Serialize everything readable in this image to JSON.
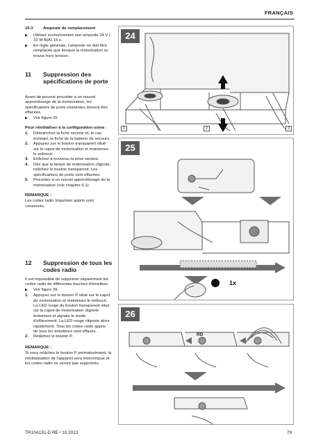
{
  "header": {
    "language": "FRANÇAIS"
  },
  "section_10_3": {
    "number": "10.3",
    "title": "Ampoule de remplacement",
    "bullets": [
      "Utilisez exclusivement une ampoule 24 V / 10 W B(A) 15 s.",
      "En règle générale, l'ampoule ne doit être remplacée que lorsque la motorisation se trouve hors tension."
    ]
  },
  "section_11": {
    "number": "11",
    "title": "Suppression des spécifications de porte",
    "intro": "Avant de pouvoir procéder à un nouvel apprentissage de la motorisation, les spécifications de porte existantes doivent être effacées.",
    "figure_ref": "Voir figure 25",
    "reset_heading": "Pour réinitialiser à la configuration usine :",
    "steps": [
      {
        "n": "1.",
        "text": "Débranchez la fiche secteur et, le cas échéant, la fiche de la batterie de secours."
      },
      {
        "n": "2.",
        "text": "Appuyez sur le bouton transparent situé sur le capot de motorisation et maintenez-le enfoncé."
      },
      {
        "n": "3.",
        "text": "Enfichez à nouveau la prise secteur."
      },
      {
        "n": "4.",
        "text": "Dès que la lampe de motorisation clignote, relâchez le bouton transparent. Les spécifications de porte sont effacées."
      },
      {
        "n": "5.",
        "text": "Procédez à un nouvel apprentissage de la motorisation (voir chapitre 6.1)."
      }
    ],
    "note_heading": "REMARQUE :",
    "note_text": "Les codes radio Impulsion appris sont conservés."
  },
  "section_12": {
    "number": "12",
    "title": "Suppression de tous les codes radio",
    "intro": "Il est impossible de supprimer séparément les codes radio de différentes touches d'émetteur.",
    "figure_ref": "Voir figure 26",
    "steps": [
      {
        "n": "1.",
        "text": "Appuyez sur le bouton P situé sur le capot de motorisation et maintenez-le enfoncé. La LED rouge du bouton transparent situé sur le capot de motorisation clignote lentement et signale le mode d'effacement. La LED rouge clignote alors rapidement. Tous les codes radio appris de tous les émetteurs sont effacés."
      },
      {
        "n": "2.",
        "text": "Relâchez le bouton P."
      }
    ],
    "note_heading": "REMARQUE :",
    "note_text": "Si vous relâchez le bouton P prématurément, la réinitialisation de l'appareil sera interrompue et les codes radio ne seront pas supprimés."
  },
  "figures": {
    "fig24": {
      "label": "24",
      "subs": [
        "1",
        "2",
        "3"
      ]
    },
    "fig25": {
      "label": "25",
      "count_label": "1x"
    },
    "fig26": {
      "label": "26",
      "rd_label": "RD"
    }
  },
  "footer": {
    "doc_ref": "TR10A151-D  RE / 10.2013",
    "page": "79"
  }
}
